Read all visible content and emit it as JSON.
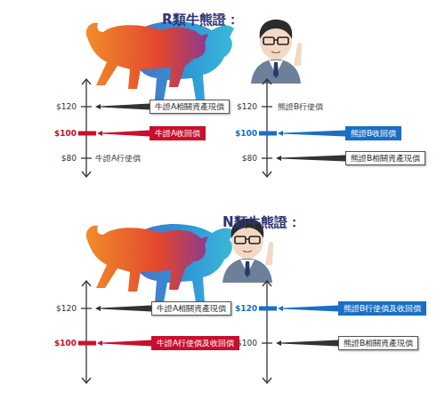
{
  "diagram": {
    "nodes": [
      {
        "text": [
          "牛證A相關資產現價"
        ]
      },
      {
        "text": [
          "牛證A收回價"
        ]
      },
      {
        "text": [
          "熊證B收回價"
        ]
      },
      {
        "text": [
          "熊證B相關資產現價"
        ]
      },
      {
        "text": [
          "牛證A相關資產現價"
        ]
      },
      {
        "text": [
          "牛證A行使價及收回價"
        ]
      },
      {
        "text": [
          "熊證B行使價及收回價"
        ]
      },
      {
        "text": [
          "熊證B相關資產現價"
        ]
      }
    ],
    "labels": [
      "R類牛熊證：",
      "$120",
      "$100",
      "$80",
      "牛證A行使價",
      "$120",
      "$100",
      "$80",
      "熊證B行使價",
      "N類牛熊證：",
      "$120",
      "$100",
      "$120",
      "$100"
    ]
  }
}
